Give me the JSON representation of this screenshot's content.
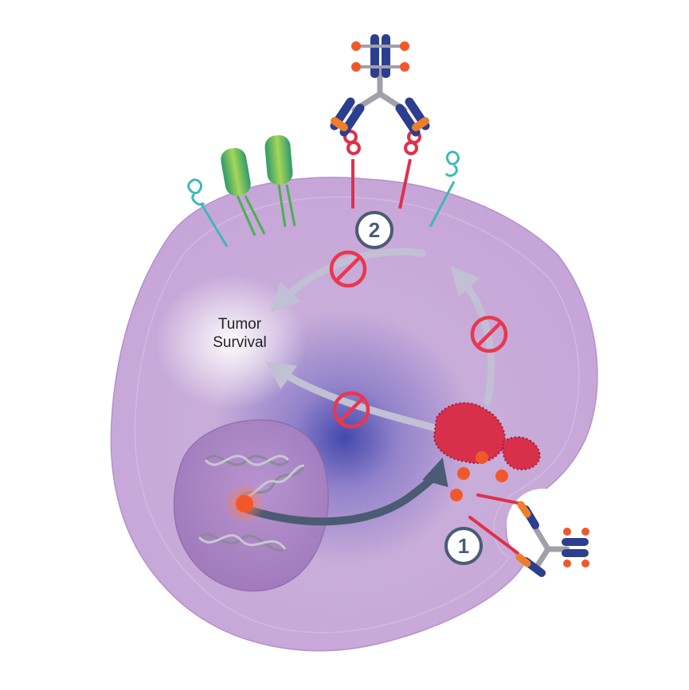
{
  "labels": {
    "tumor_survival": [
      "Tumor",
      "Survival"
    ]
  },
  "steps": [
    "2",
    "1"
  ],
  "colors": {
    "cell_fill": "#c9a8d8",
    "cell_edge": "#b08cc8",
    "nucleus": "#a77fc2",
    "core_glow": "#3a3fa8",
    "pathway_arrow": "#c2c0d4",
    "main_arrow": "#4c5b74",
    "inhibit": "#e8384f",
    "antibody_heavy": "#2c3e8f",
    "antibody_light": "#f07d2a",
    "antibody_hinge": "#a0a0a8",
    "receptor_red": "#e0304a",
    "receptor_teal": "#3fb8b8",
    "receptor_green": "#4caf50",
    "payload": "#f2572a",
    "protein_cluster": "#d8304a"
  },
  "icons": [
    "inhibit-icon",
    "dna-icon",
    "antibody-icon",
    "receptor-icon",
    "payload-dot-icon",
    "protein-cluster-icon"
  ]
}
